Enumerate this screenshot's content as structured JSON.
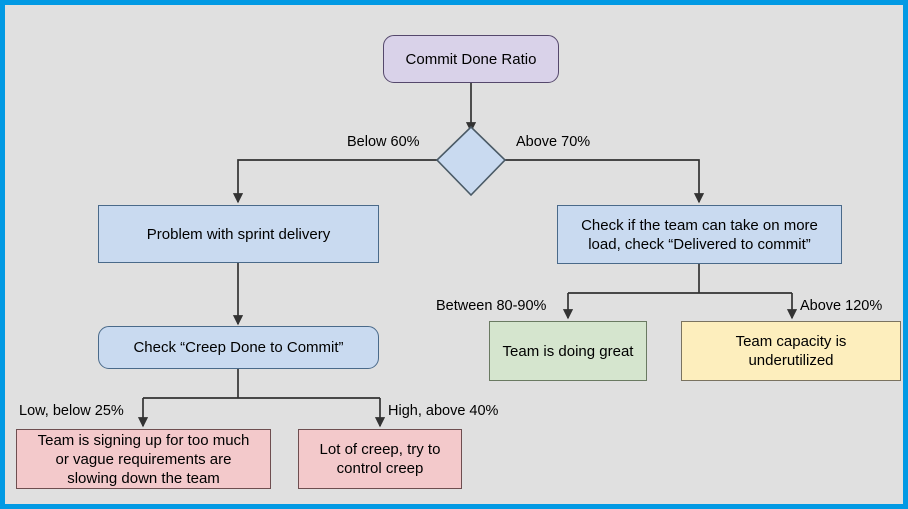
{
  "diagram": {
    "title_node": "Commit Done Ratio",
    "canvas": {
      "background": "#e0e0e0",
      "frame_color": "#029ae4"
    },
    "colors": {
      "purple": "#d9d2e9",
      "blue": "#c9daf0",
      "green": "#d5e5ce",
      "yellow": "#fdeebd",
      "pink": "#f3c9cb",
      "stroke": "#333333"
    },
    "nodes": [
      {
        "id": "commit-done-ratio",
        "label": "Commit Done Ratio",
        "shape": "rounded-rect",
        "color": "purple"
      },
      {
        "id": "decision",
        "label": "",
        "shape": "diamond",
        "color": "blue"
      },
      {
        "id": "problem-sprint-delivery",
        "label": "Problem with sprint delivery",
        "shape": "rect",
        "color": "blue"
      },
      {
        "id": "check-take-more-load",
        "label": "Check if the team can take on more load, check “Delivered to commit”",
        "line1": "Check if the team can take on more",
        "line2": "load, check “Delivered to commit”",
        "shape": "rect",
        "color": "blue"
      },
      {
        "id": "check-creep-done-to-commit",
        "label": "Check “Creep Done to Commit”",
        "shape": "rounded-rect",
        "color": "blue"
      },
      {
        "id": "team-doing-great",
        "label": "Team is doing great",
        "shape": "rect",
        "color": "green"
      },
      {
        "id": "team-capacity-underutilized",
        "label": "Team capacity is underutilized",
        "line1": "Team capacity is",
        "line2": "underutilized",
        "shape": "rect",
        "color": "yellow"
      },
      {
        "id": "signing-up-too-much",
        "label": "Team is signing up for too much or vague requirements are slowing down the team",
        "line1": "Team is signing up for too much",
        "line2": "or vague requirements are",
        "line3": "slowing down the team",
        "shape": "rect",
        "color": "pink"
      },
      {
        "id": "lot-of-creep",
        "label": "Lot of creep, try to control creep",
        "line1": "Lot of creep, try to",
        "line2": "control creep",
        "shape": "rect",
        "color": "pink"
      }
    ],
    "edge_labels": [
      {
        "id": "below-60",
        "text": "Below 60%"
      },
      {
        "id": "above-70",
        "text": "Above 70%"
      },
      {
        "id": "between-80-90",
        "text": "Between 80-90%"
      },
      {
        "id": "above-120",
        "text": "Above 120%"
      },
      {
        "id": "low-below-25",
        "text": "Low, below 25%"
      },
      {
        "id": "high-above-40",
        "text": "High, above 40%"
      }
    ]
  }
}
